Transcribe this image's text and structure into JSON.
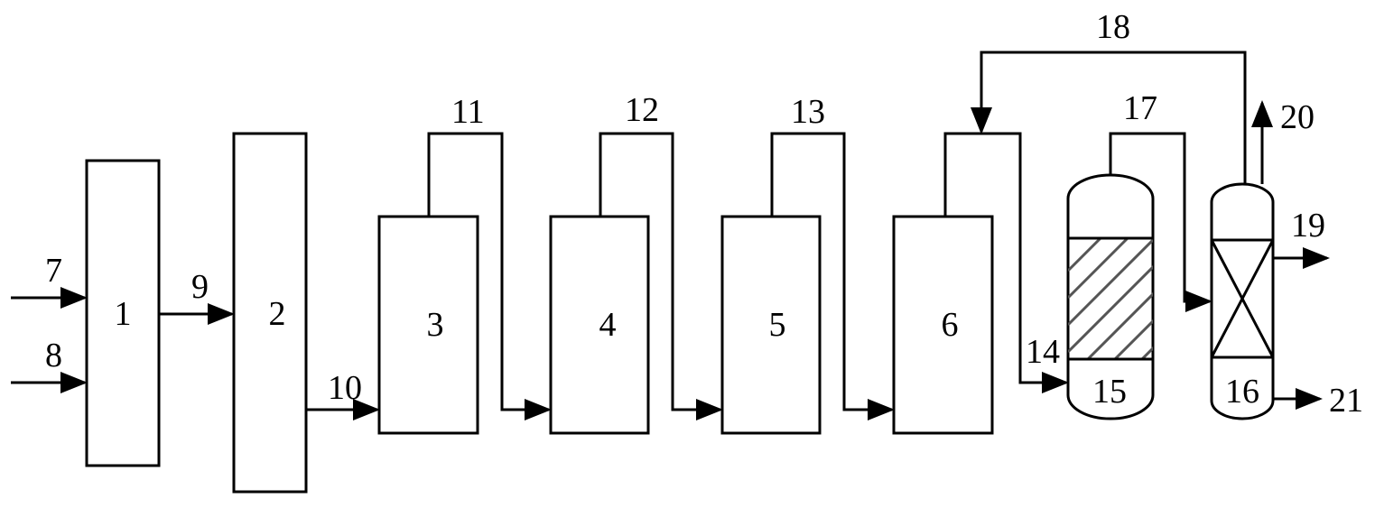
{
  "units": {
    "u1": "1",
    "u2": "2",
    "u3": "3",
    "u4": "4",
    "u5": "5",
    "u6": "6",
    "u15": "15",
    "u16": "16"
  },
  "streams": {
    "s7": "7",
    "s8": "8",
    "s9": "9",
    "s10": "10",
    "s11": "11",
    "s12": "12",
    "s13": "13",
    "s14": "14",
    "s17": "17",
    "s18": "18",
    "s19": "19",
    "s20": "20",
    "s21": "21"
  }
}
